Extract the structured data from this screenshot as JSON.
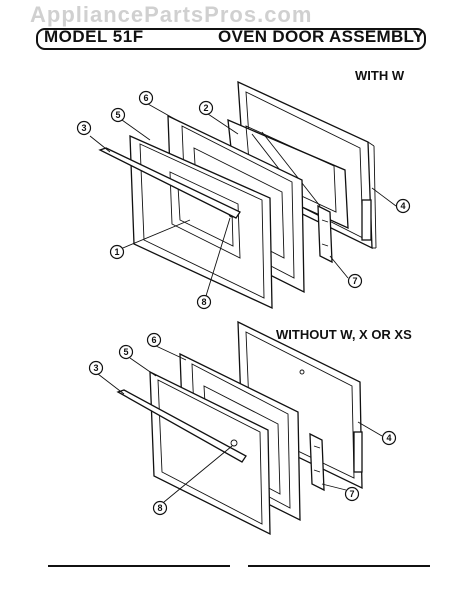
{
  "watermark": "AppliancePartsPros.com",
  "header": {
    "model": "MODEL 51F",
    "title": "OVEN DOOR ASSEMBLY"
  },
  "sections": [
    {
      "label": "WITH W",
      "callouts": [
        "1",
        "2",
        "3",
        "4",
        "5",
        "6",
        "7",
        "8"
      ]
    },
    {
      "label": "WITHOUT W, X OR XS",
      "callouts": [
        "3",
        "4",
        "5",
        "6",
        "7",
        "8"
      ]
    }
  ]
}
